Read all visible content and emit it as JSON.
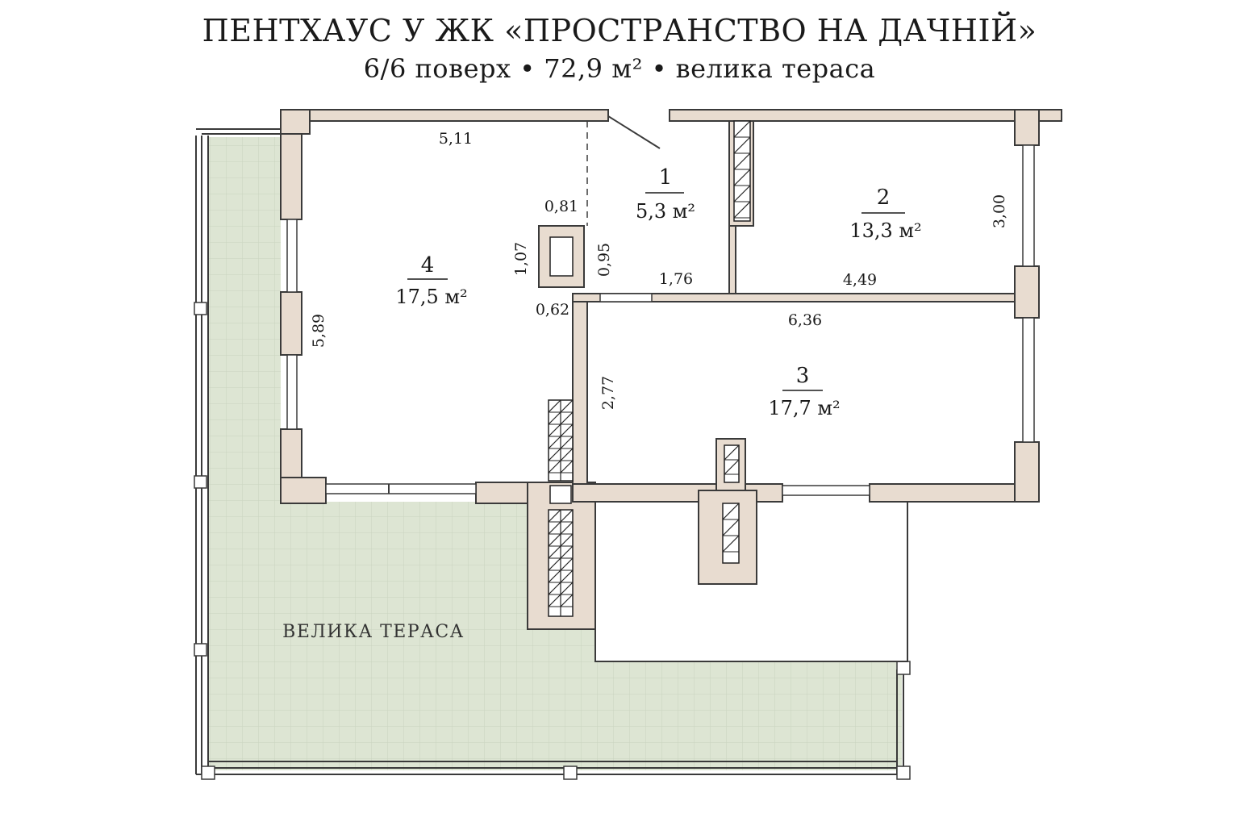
{
  "title": "ПЕНТХАУС У ЖК «ПРОСТРАНСТВО НА ДАЧНІЙ»",
  "subtitle": "6/6 поверх  •  72,9 м²  •  велика тераса",
  "rooms": [
    {
      "number": "1",
      "area": "5,3 м²"
    },
    {
      "number": "2",
      "area": "13,3 м²"
    },
    {
      "number": "3",
      "area": "17,7 м²"
    },
    {
      "number": "4",
      "area": "17,5 м²"
    }
  ],
  "dimensions": {
    "d511": "5,11",
    "d081": "0,81",
    "d107": "1,07",
    "d095": "0,95",
    "d176": "1,76",
    "d449": "4,49",
    "d300": "3,00",
    "d062": "0,62",
    "d636": "6,36",
    "d589": "5,89",
    "d277": "2,77"
  },
  "terrace_label": "ВЕЛИКА ТЕРАСА",
  "colors": {
    "terrace": "#dde5d3",
    "terrace_grid": "#c9d4bf",
    "wall": "#e8dcd0",
    "line": "#3a3a3a"
  }
}
